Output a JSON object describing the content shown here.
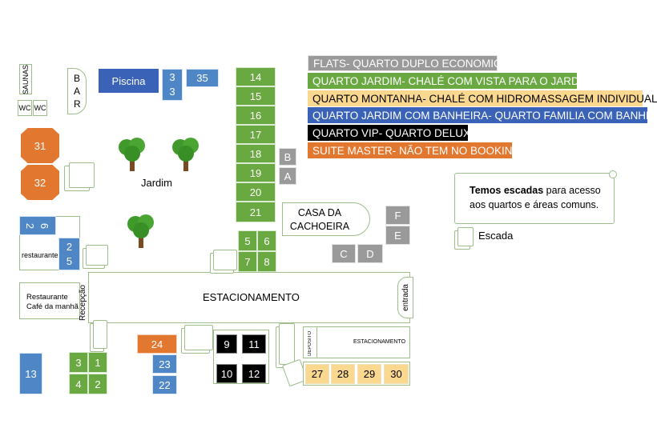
{
  "legend": {
    "flats": "FLATS- QUARTO DUPLO ECONOMICO",
    "quarto_jardim": "QUARTO JARDIM- CHALÉ COM VISTA PARA O JARDIM",
    "quarto_montanha": "QUARTO MONTANHA- CHALÉ COM HIDROMASSAGEM INDIVIDUAL",
    "quarto_jardim_banheira": "QUARTO JARDIM COM BANHEIRA- QUARTO FAMILIA COM BANHEIRA",
    "quarto_vip": "QUARTO VIP- QUARTO DELUXE",
    "suite_master": "SUITE MASTER- NÃO TEM NO BOOKING"
  },
  "colors": {
    "flats": "#9a9a9a",
    "quarto_jardim": "#6aa842",
    "quarto_montanha": "#fbd890",
    "quarto_jardim_banheira": "#3a63b7",
    "quarto_vip": "#000000",
    "suite_master": "#e2772f"
  },
  "note": {
    "bold": "Temos escadas",
    "rest": " para acesso aos quartos e áreas comuns."
  },
  "escada_label": "Escada",
  "places": {
    "saunas": "SAUNAS",
    "wc1": "WC",
    "wc2": "WC",
    "bar": "B A R",
    "piscina": "Piscina",
    "jardim": "Jardim",
    "casa_da_cachoeira": "CASA DA CACHOEIRA",
    "restaurante": "restaurante",
    "restaurante_cafe": "Restaurante Café da manhã",
    "recepcao": "Recepção",
    "estacionamento": "ESTACIONAMENTO",
    "entrada": "entrada",
    "deposito": "DEPOSITO",
    "estacionamento2": "ESTACIONAMENTO"
  },
  "rooms": {
    "r3a": "3",
    "r3b": "3",
    "r35": "35",
    "r14": "14",
    "r15": "15",
    "r16": "16",
    "r17": "17",
    "r18": "18",
    "r19": "19",
    "r20": "20",
    "r21": "21",
    "rB": "B",
    "rA": "A",
    "rF": "F",
    "rE": "E",
    "rC": "C",
    "rD": "D",
    "r31": "31",
    "r32": "32",
    "r2": "2",
    "r6": "6",
    "r2b": "2",
    "r5b": "5",
    "r5": "5",
    "r6b": "6",
    "r7": "7",
    "r8": "8",
    "r24": "24",
    "r23": "23",
    "r22": "22",
    "r9": "9",
    "r11": "11",
    "r10": "10",
    "r12": "12",
    "r13": "13",
    "r3c": "3",
    "r1": "1",
    "r4": "4",
    "r2c": "2",
    "r27": "27",
    "r28": "28",
    "r29": "29",
    "r30": "30"
  }
}
